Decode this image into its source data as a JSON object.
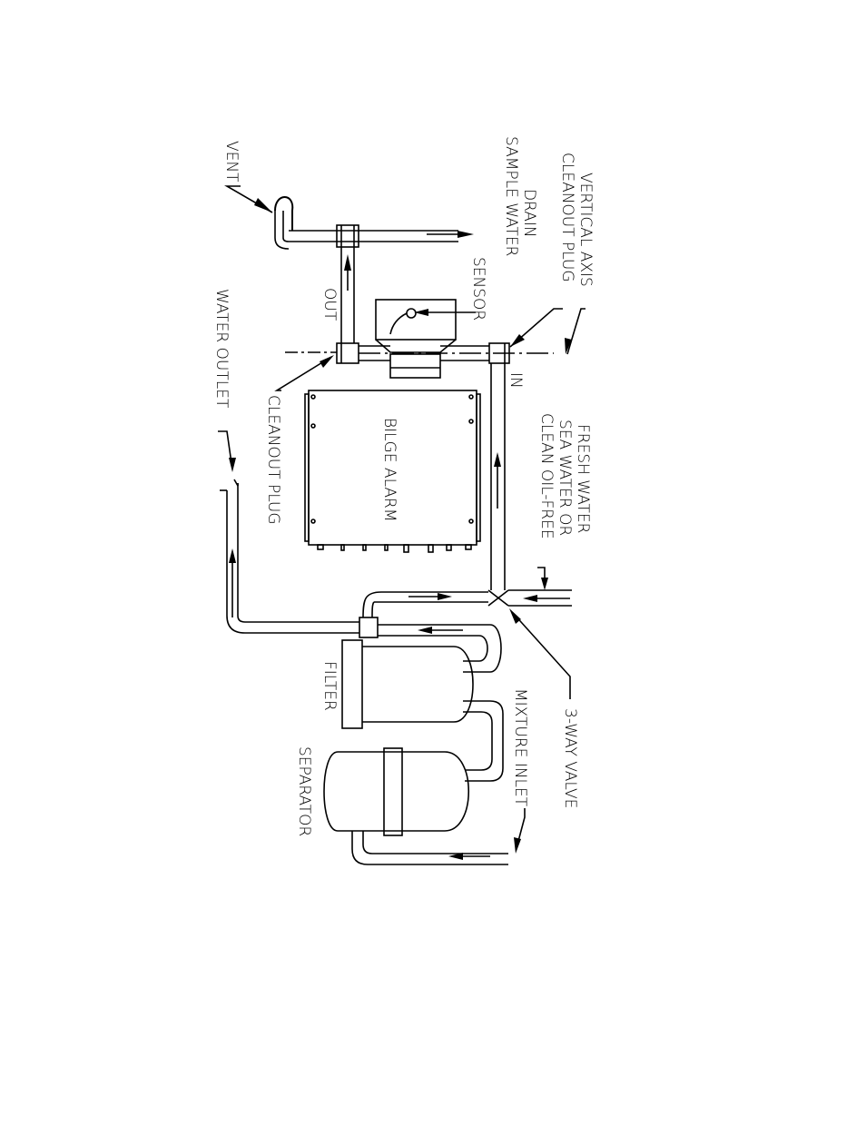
{
  "labels": {
    "vent": "VENT",
    "sample_water_drain_1": "SAMPLE WATER",
    "sample_water_drain_2": "DRAIN",
    "cleanout_plug_top": "CLEANOUT PLUG",
    "vertical_axis": "VERTICAL AXIS",
    "water_outlet": "WATER OUTLET",
    "out": "OUT",
    "sensor": "SENSOR",
    "in": "IN",
    "cleanout_plug_left": "CLEANOUT PLUG",
    "bilge_alarm": "BILGE ALARM",
    "clean_water_1": "CLEAN OIL-FREE",
    "clean_water_2": "SEA WATER OR",
    "clean_water_3": "FRESH WATER",
    "filter": "FILTER",
    "separator": "SEPARATOR",
    "mixture_inlet": "MIXTURE INLET",
    "three_way_valve": "3-WAY VALVE"
  }
}
